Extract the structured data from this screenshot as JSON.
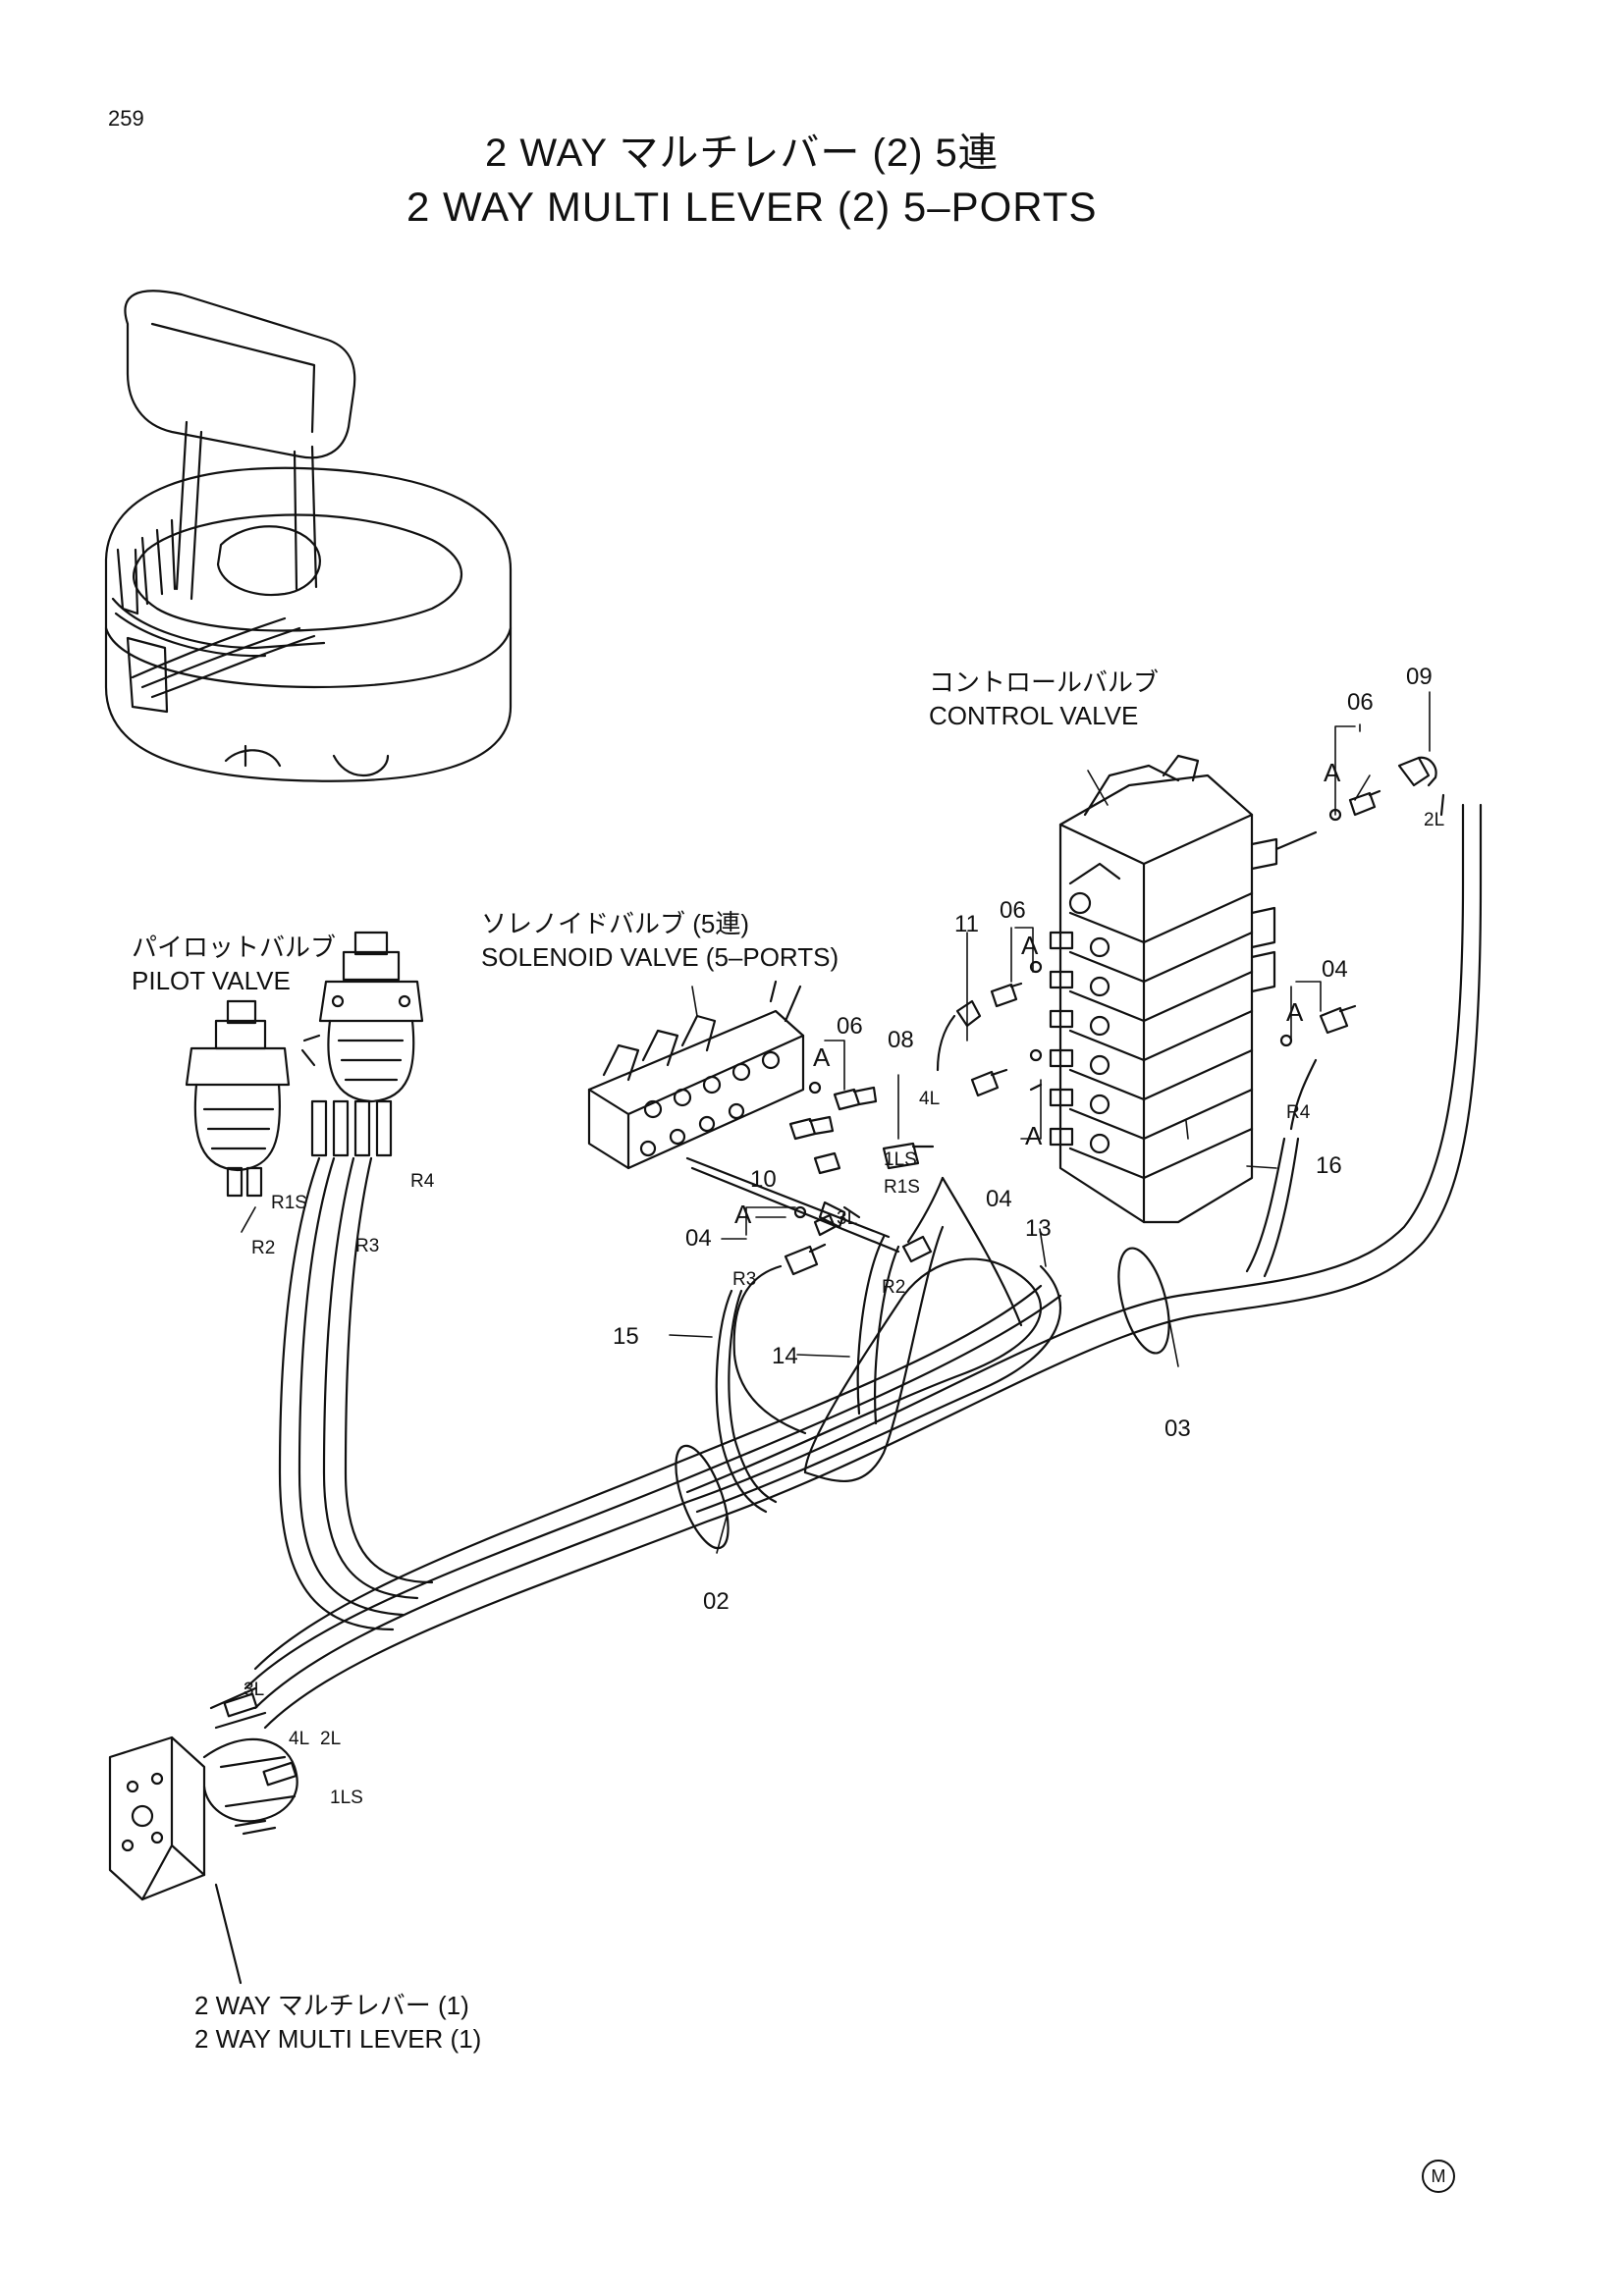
{
  "page_number": "259",
  "title": {
    "jp": "2 WAY マルチレバー (2) 5連",
    "en": "2 WAY  MULTI  LEVER  (2)  5–PORTS"
  },
  "components": {
    "control_valve": {
      "jp": "コントロールバルブ",
      "en": "CONTROL  VALVE"
    },
    "solenoid_valve": {
      "jp": "ソレノイドバルブ (5連)",
      "en": "SOLENOID VALVE (5–PORTS)"
    },
    "pilot_valve": {
      "jp": "パイロットバルブ",
      "en": "PILOT  VALVE"
    },
    "multi_lever_1": {
      "jp": "2 WAY マルチレバー (1)",
      "en": "2 WAY  MULTI  LEVER (1)"
    }
  },
  "part_numbers": {
    "p02": "02",
    "p03": "03",
    "p04a": "04",
    "p04b": "04",
    "p04c": "04",
    "p06a": "06",
    "p06b": "06",
    "p06c": "06",
    "p08": "08",
    "p09": "09",
    "p10": "10",
    "p11": "11",
    "p13": "13",
    "p14": "14",
    "p15": "15",
    "p16": "16"
  },
  "detail_markers": {
    "a1": "A",
    "a2": "A",
    "a3": "A",
    "a4": "A",
    "a5": "A",
    "a6": "A"
  },
  "port_labels": {
    "r1s_pilot": "R1S",
    "r2_pilot": "R2",
    "r3_pilot": "R3",
    "r4_pilot": "R4",
    "r1s_sol": "R1S",
    "r2_sol": "R2",
    "r3_sol": "R3",
    "r4_cv": "R4",
    "l1s_sol": "1LS",
    "l3_sol": "3L",
    "l4_cv": "4L",
    "l2_cv": "2L",
    "l3_lever": "3L",
    "l4_lever": "4L",
    "l2_lever": "2L",
    "l1s_lever": "1LS"
  },
  "footer_mark": "M"
}
